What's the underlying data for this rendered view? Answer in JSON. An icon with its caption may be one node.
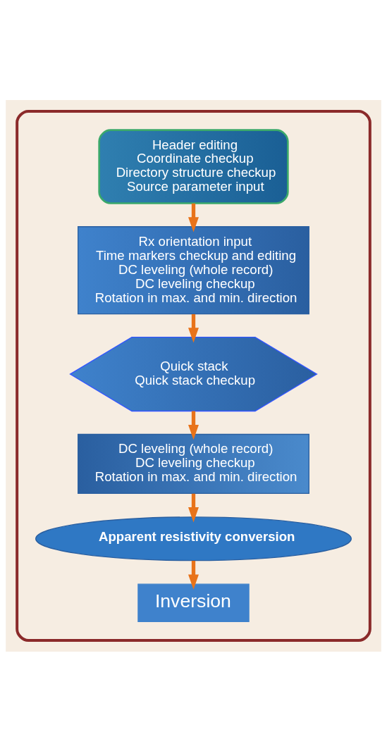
{
  "diagram": {
    "nodes": [
      {
        "text": [],
        "shape": "box"
      },
      {
        "text": [
          "Header editing",
          "Coordinate checkup",
          "Directory structure checkup",
          "Source parameter input"
        ],
        "in": 0
      },
      {
        "text": [
          "Rx orientation input",
          "Time markers checkup and editing",
          "DC leveling (whole record)",
          "DC leveling checkup",
          "Rotation in max. and min. direction"
        ],
        "in": 0
      },
      {
        "text": [
          "Quick stack",
          "Quick stack checkup"
        ],
        "in": 0
      },
      {
        "text": [
          "DC leveling (whole record)",
          "DC leveling checkup",
          "Rotation in max. and min. direction"
        ],
        "in": 0
      },
      {
        "text": [
          "Apparent resistivity conversion"
        ],
        "in": 0
      },
      {
        "text": [
          "Inversion"
        ],
        "in": 0
      }
    ],
    "edges": [
      {
        "from": 1,
        "to": 2,
        "arrow": "to"
      },
      {
        "from": 2,
        "to": 3,
        "arrow": "to"
      },
      {
        "from": 3,
        "to": 4,
        "arrow": "to"
      },
      {
        "from": 4,
        "to": 5,
        "arrow": "to"
      },
      {
        "from": 5,
        "to": 6,
        "arrow": "to"
      }
    ]
  }
}
